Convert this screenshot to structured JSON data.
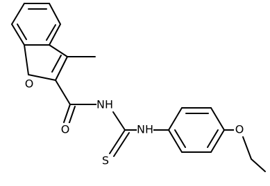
{
  "diagram": {
    "atom_labels": {
      "ring_oxygen": "O",
      "carbonyl_oxygen": "O",
      "amide_nh": "NH",
      "thioamide_nh": "NH",
      "sulfur": "S",
      "ether_oxygen": "O"
    }
  }
}
